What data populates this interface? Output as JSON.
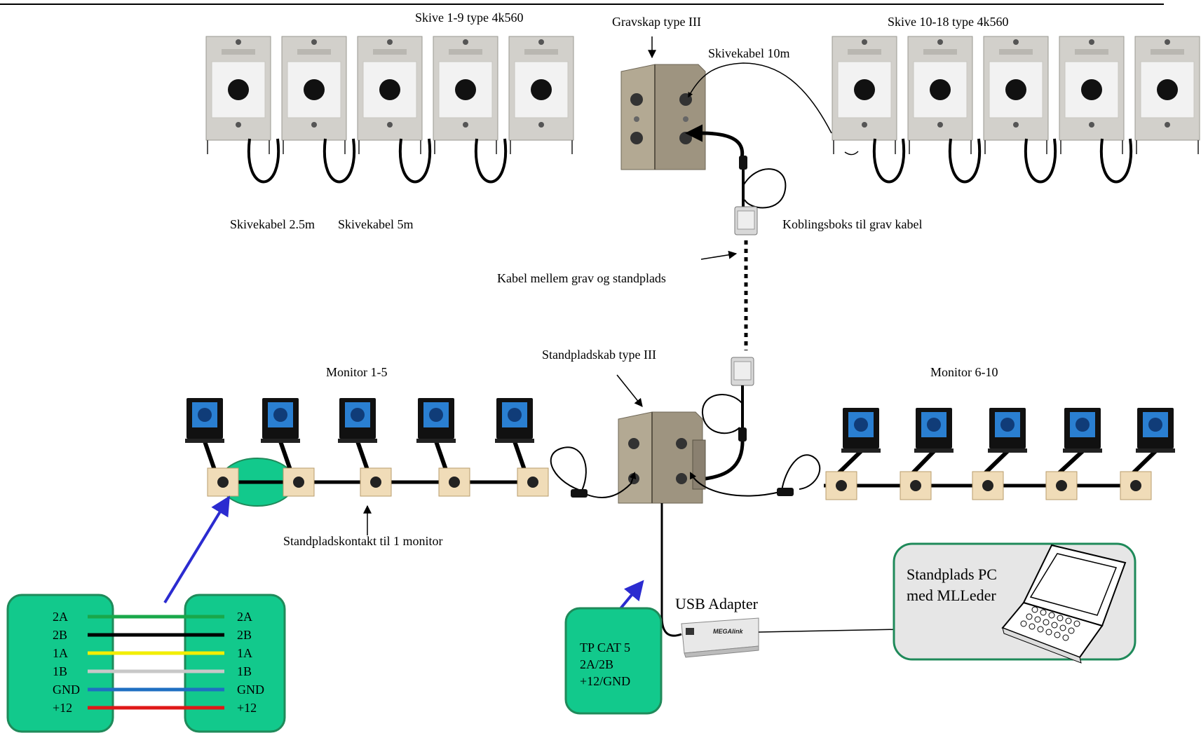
{
  "labels": {
    "targets_left": "Skive 1-9 type 4k560",
    "pit_cabinet": "Gravskap type III",
    "targets_right": "Skive 10-18 type 4k560",
    "target_cable_10m": "Skivekabel 10m",
    "target_cable_25m": "Skivekabel 2.5m",
    "target_cable_5m": "Skivekabel 5m",
    "junction_box": "Koblingsboks til grav kabel",
    "cable_between": "Kabel mellem grav og standplads",
    "monitors_left": "Monitor 1-5",
    "stand_cabinet": "Standpladskab type III",
    "monitors_right": "Monitor 6-10",
    "stand_contact": "Standpladskontakt til 1 monitor",
    "usb_adapter": "USB Adapter",
    "pc_line1": "Standplads PC",
    "pc_line2": "med MLLeder",
    "tp_line1": "TP CAT 5",
    "tp_line2": "2A/2B",
    "tp_line3": "+12/GND",
    "device_brand": "MEGAlink"
  },
  "wires": [
    {
      "name": "2A",
      "color": "#19a84a"
    },
    {
      "name": "2B",
      "color": "#000000"
    },
    {
      "name": "1A",
      "color": "#f2ee00"
    },
    {
      "name": "1B",
      "color": "#c8c8c8"
    },
    {
      "name": "GND",
      "color": "#1f6fc2"
    },
    {
      "name": "+12",
      "color": "#e01818"
    }
  ],
  "colors": {
    "panel_green": "#12c98c",
    "panel_border": "#1f8a5a",
    "pc_box": "#e6e6e6",
    "arrow_blue": "#2b2bd0",
    "target_body": "#d2d0cb",
    "target_face": "#f2f2f2",
    "cabinet": "#9a9080",
    "contact_box": "#f0dcb8"
  },
  "icons": {
    "target": "shooting-target-icon",
    "cabinet": "cabinet-icon",
    "monitor": "monitor-icon",
    "laptop": "laptop-icon",
    "usb": "usb-adapter-icon"
  }
}
